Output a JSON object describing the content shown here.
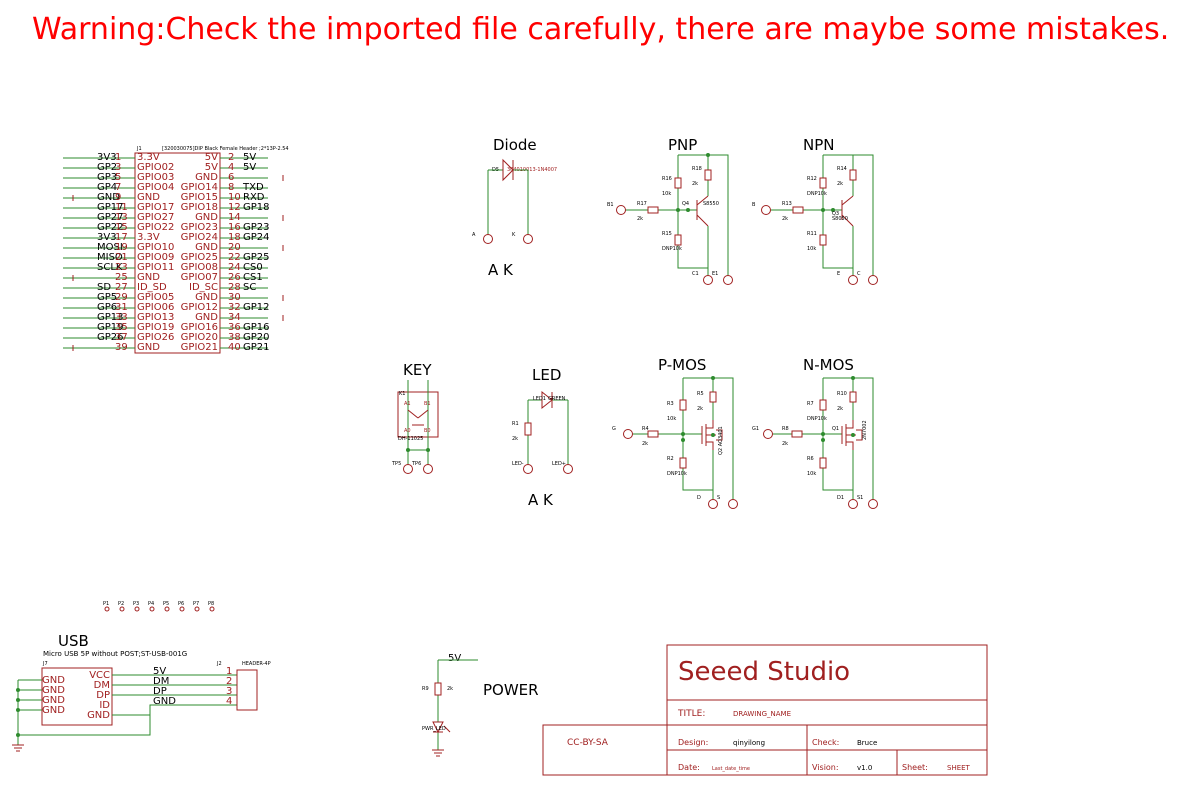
{
  "warning": "Warning:Check the imported file carefully, there are maybe some mistakes.",
  "header": {
    "ref": "J1",
    "desc": "[320030075]DIP Black Female Header ;2*13P-2.54",
    "left_nets": [
      "3V3",
      "GP2",
      "GP3",
      "GP4",
      "GND",
      "GP17",
      "GP27",
      "GP22",
      "3V3",
      "MOSI",
      "MISO",
      "SCLK",
      "",
      "SD",
      "GP5",
      "GP6",
      "GP13",
      "GP19",
      "GP26",
      ""
    ],
    "left_pins": [
      "1",
      "3",
      "5",
      "7",
      "9",
      "11",
      "13",
      "15",
      "17",
      "19",
      "21",
      "23",
      "25",
      "27",
      "29",
      "31",
      "33",
      "35",
      "37",
      "39"
    ],
    "left_funcs": [
      "3.3V",
      "GPIO02",
      "GPIO03",
      "GPIO04",
      "GND",
      "GPIO17",
      "GPIO27",
      "GPIO22",
      "3.3V",
      "GPIO10",
      "GPIO09",
      "GPIO11",
      "GND",
      "ID_SD",
      "GPIO05",
      "GPIO06",
      "GPIO13",
      "GPIO19",
      "GPIO26",
      "GND"
    ],
    "right_funcs": [
      "5V",
      "5V",
      "GND",
      "GPIO14",
      "GPIO15",
      "GPIO18",
      "GND",
      "GPIO23",
      "GPIO24",
      "GND",
      "GPIO25",
      "GPIO08",
      "GPIO07",
      "ID_SC",
      "GND",
      "GPIO12",
      "GND",
      "GPIO16",
      "GPIO20",
      "GPIO21"
    ],
    "right_pins": [
      "2",
      "4",
      "6",
      "8",
      "10",
      "12",
      "14",
      "16",
      "18",
      "20",
      "22",
      "24",
      "26",
      "28",
      "30",
      "32",
      "34",
      "36",
      "38",
      "40"
    ],
    "right_nets": [
      "5V",
      "5V",
      "",
      "TXD",
      "RXD",
      "GP18",
      "",
      "GP23",
      "GP24",
      "",
      "GP25",
      "CS0",
      "CS1",
      "SC",
      "",
      "GP12",
      "",
      "GP16",
      "GP20",
      "GP21"
    ]
  },
  "blocks": {
    "diode": {
      "title": "Diode",
      "ref": "D5",
      "part": "304010013-1N4007",
      "a": "A",
      "k": "K",
      "ak": "A K"
    },
    "pnp": {
      "title": "PNP",
      "r16": "R16",
      "r16v": "10k",
      "r18": "R18",
      "r18v": "2k",
      "r17": "R17",
      "r17v": "2k",
      "r15": "R15",
      "r15v": "DNP10k",
      "q": "Q4",
      "qpart": "S8550",
      "b": "B1",
      "c": "C1",
      "e": "E1"
    },
    "npn": {
      "title": "NPN",
      "r14": "R14",
      "r14v": "2k",
      "r12": "R12",
      "r12v": "DNP10k",
      "r13": "R13",
      "r13v": "2k",
      "r11": "R11",
      "r11v": "10k",
      "q": "Q3",
      "qpart": "S8050",
      "b": "B",
      "c": "C",
      "e": "E"
    },
    "key": {
      "title": "KEY",
      "ref": "K1",
      "part": "DH-11025",
      "tp5": "TP5",
      "tp6": "TP6",
      "a1": "A1",
      "b1": "B1",
      "a0": "A0",
      "b0": "B0"
    },
    "led": {
      "title": "LED",
      "ref": "LED1",
      "part": "GREEN",
      "r": "R1",
      "rv": "2k",
      "ledm": "LED-",
      "ledp": "LED+",
      "ak": "A K"
    },
    "pmos": {
      "title": "P-MOS",
      "r3": "R3",
      "r3v": "10k",
      "r5": "R5",
      "r5v": "2k",
      "r4": "R4",
      "r4v": "2k",
      "r2": "R2",
      "r2v": "DNP10k",
      "q": "Q2",
      "qpart": "AO3401",
      "g": "G",
      "d": "D",
      "s": "S"
    },
    "nmos": {
      "title": "N-MOS",
      "r7": "R7",
      "r7v": "DNP10k",
      "r10": "R10",
      "r10v": "2k",
      "r8": "R8",
      "r8v": "2k",
      "r6": "R6",
      "r6v": "10k",
      "q": "Q1",
      "qpart": "2N7002",
      "g": "G1",
      "d": "D1",
      "s": "S1"
    }
  },
  "testpoints": [
    "P1",
    "P2",
    "P3",
    "P4",
    "P5",
    "P6",
    "P7",
    "P8"
  ],
  "usb": {
    "title": "USB",
    "desc": "Micro USB 5P without POST;ST-USB-001G",
    "ref": "J7",
    "left_pins": [
      "GND",
      "GND",
      "GND",
      "GND"
    ],
    "right_pins": [
      "VCC",
      "DM",
      "DP",
      "ID",
      "GND"
    ],
    "nets": [
      "5V",
      "DM",
      "DP",
      "GND"
    ],
    "hdr_ref": "J2",
    "hdr_part": "HEADER-4P",
    "hdr_pins": [
      "1",
      "2",
      "3",
      "4"
    ]
  },
  "power": {
    "title": "POWER",
    "net": "5V",
    "r": "R9",
    "rv": "2k",
    "led": "PWR_LED"
  },
  "titleblock": {
    "company": "Seeed Studio",
    "title_label": "TITLE:",
    "title_value": "DRAWING_NAME",
    "license": "CC-BY-SA",
    "design_label": "Design:",
    "design_value": "qinyilong",
    "check_label": "Check:",
    "check_value": "Bruce",
    "date_label": "Date:",
    "date_value": "Last_date_time",
    "vision_label": "Vision:",
    "vision_value": "v1.0",
    "sheet_label": "Sheet:",
    "sheet_value": "SHEET"
  },
  "colors": {
    "wire": "#2e8b2e",
    "component": "#a02020",
    "warning": "#ff0000"
  }
}
